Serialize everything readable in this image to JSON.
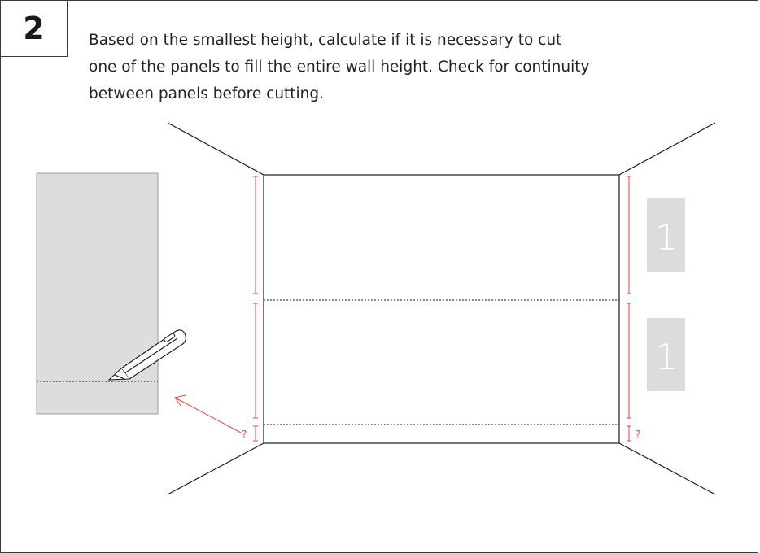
{
  "step": {
    "number": "2"
  },
  "instruction": {
    "line1": "Based on the smallest height, calculate if it is necessary to cut",
    "line2": "one of the panels to fill the entire wall height. Check for continuity",
    "line3": "between panels before cutting."
  },
  "panels": {
    "upper_label": "1",
    "lower_label": "1"
  },
  "markers": {
    "left_unknown": "?",
    "right_unknown": "?"
  },
  "colors": {
    "line": "#1a1a1a",
    "dimension": "#e8453c",
    "panel_fill": "#dcdcdc",
    "cut_panel_fill": "#dddddd"
  }
}
